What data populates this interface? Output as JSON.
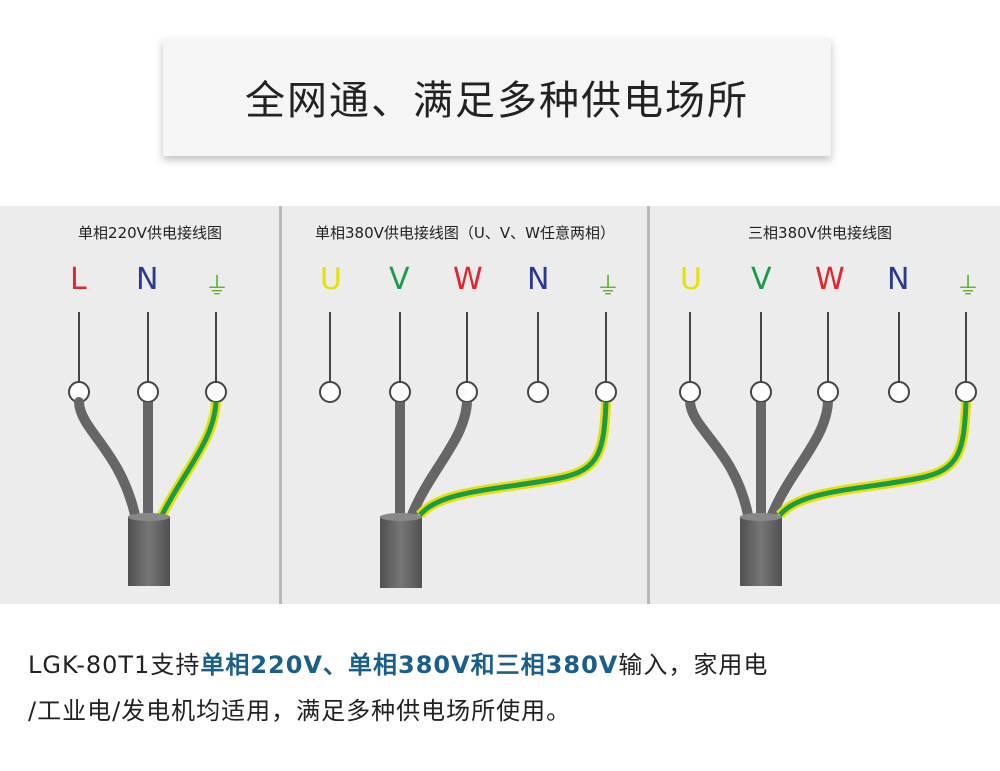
{
  "header": {
    "title": "全网通、满足多种供电场所"
  },
  "panels": [
    {
      "title": "单相220V供电接线图",
      "terminals": [
        "L",
        "N",
        "⏚"
      ]
    },
    {
      "title": "单相380V供电接线图（U、V、W任意两相）",
      "terminals": [
        "U",
        "V",
        "W",
        "N",
        "⏚"
      ]
    },
    {
      "title": "三相380V供电接线图",
      "terminals": [
        "U",
        "V",
        "W",
        "N",
        "⏚"
      ]
    }
  ],
  "colors": {
    "U": "#e8e000",
    "V": "#1b9a4a",
    "W": "#e0262e",
    "L": "#e0262e",
    "N": "#2a3a8c",
    "ground": "#5bb430",
    "cable": "#666666"
  },
  "description": {
    "part1": "LGK-80T1支持",
    "highlight1": "单相220V、单相380V和三相380V",
    "part2": "输入，家用电",
    "line2": "/工业电/发电机均适用，满足多种供电场所使用。"
  }
}
